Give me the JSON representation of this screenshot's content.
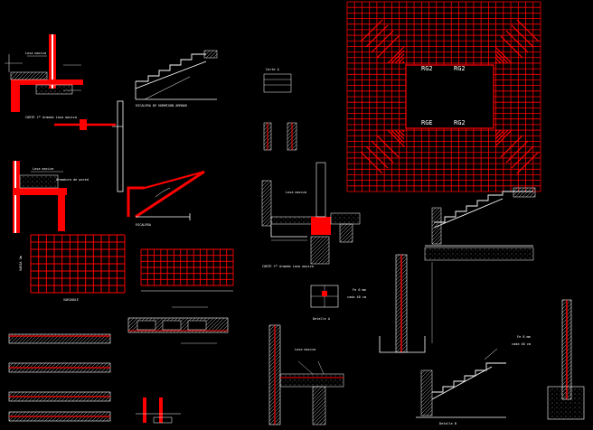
{
  "colors": {
    "background": "#000000",
    "line": "#ffffff",
    "accent": "#ff0000",
    "hatch": "#c8c8c8"
  },
  "sheet": {
    "labels": {
      "slab_label_1": "Losa maciza",
      "corte_1": "CORTE Cº Armado Losa maciza",
      "beam_label": "Losa maciza",
      "arm_label": "Armadura de pared",
      "stair_label_1": "ESCALERA DE HORMIGON ARMADO",
      "grid_left_label": "VARIA 2m",
      "grid_bottom_label": "VARIABLE",
      "mid_label": "Corte A",
      "rg_tl": "RG2",
      "rg_tr": "RG2",
      "rg_bl": "RGE",
      "rg_br": "RG2",
      "slab_label_2": "Losa maciza",
      "corte_2": "CORTE Cº Armado Losa maciza",
      "fe_1": "Fe 6 mm",
      "cada": "cada 40 cm",
      "fe_2": "Fe 8 mm",
      "cada_2": "cada 40 cm",
      "slab_label_3": "Losa maciza",
      "detail_a": "Detalle A",
      "detail_b": "Detalle B"
    }
  }
}
